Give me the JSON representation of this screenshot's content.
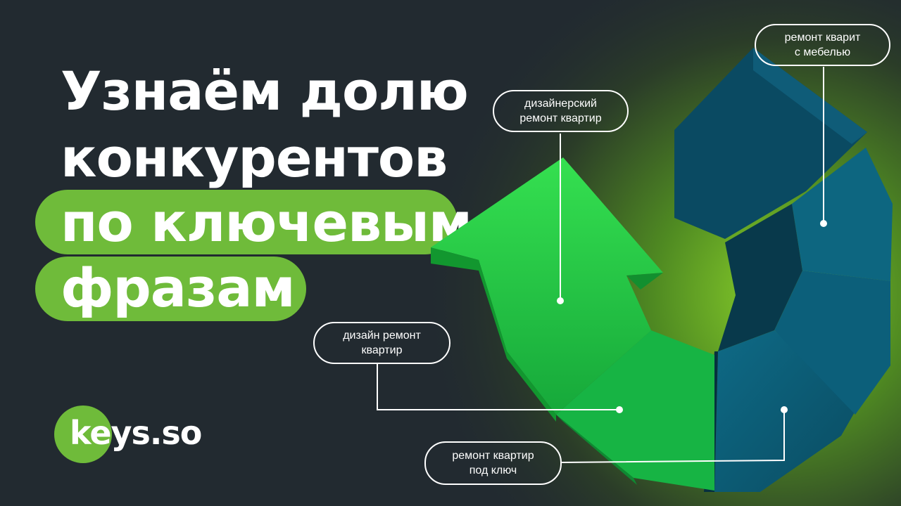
{
  "headline": {
    "line1": "Узнаём долю",
    "line2": "конкурентов",
    "line3": "по ключевым",
    "line4": "фразам"
  },
  "brand": {
    "name": "keys.so"
  },
  "labels": {
    "designer_renovation": "дизайнерский\nремонт квартир",
    "renovation_with_furniture": "ремонт кварит\nс мебелью",
    "design_renovation": "дизайн ремонт\nквартир",
    "turnkey_renovation": "ремонт квартир\nпод ключ"
  },
  "colors": {
    "background": "#222a30",
    "accent_green": "#6fbb3a",
    "arrow_green": "#2fd24a",
    "arrow_teal": "#0b5a72",
    "text": "#ffffff"
  }
}
